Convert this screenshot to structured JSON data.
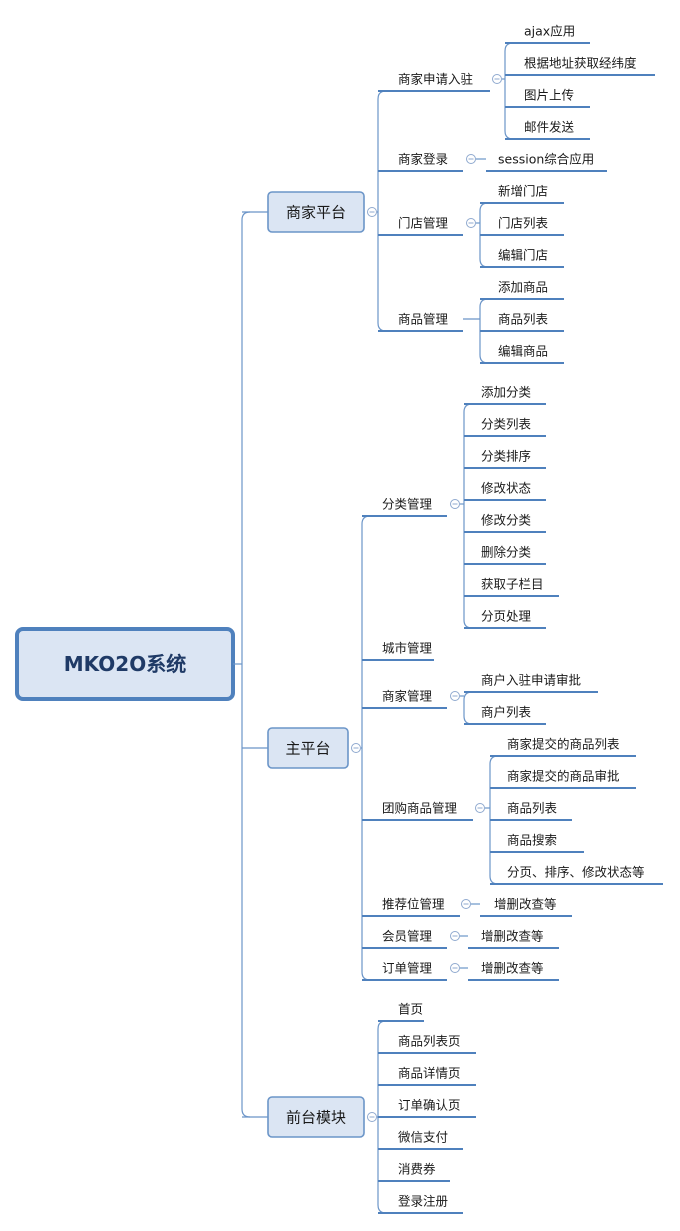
{
  "colors": {
    "accent": "#4f81bd",
    "box_fill": "#dbe5f3",
    "text": "#1a1a1a"
  },
  "root": {
    "label": "MKO2O系统"
  },
  "branches": [
    {
      "label": "商家平台",
      "children": [
        {
          "label": "商家申请入驻",
          "children": [
            "ajax应用",
            "根据地址获取经纬度",
            "图片上传",
            "邮件发送"
          ]
        },
        {
          "label": "商家登录",
          "children": [
            "session综合应用"
          ]
        },
        {
          "label": "门店管理",
          "children": [
            "新增门店",
            "门店列表",
            "编辑门店"
          ]
        },
        {
          "label": "商品管理",
          "children": [
            "添加商品",
            "商品列表",
            "编辑商品"
          ]
        }
      ]
    },
    {
      "label": "主平台",
      "children": [
        {
          "label": "分类管理",
          "children": [
            "添加分类",
            "分类列表",
            "分类排序",
            "修改状态",
            "修改分类",
            "删除分类",
            "获取子栏目",
            "分页处理"
          ]
        },
        {
          "label": "城市管理",
          "children": []
        },
        {
          "label": "商家管理",
          "children": [
            "商户入驻申请审批",
            "商户列表"
          ]
        },
        {
          "label": "团购商品管理",
          "children": [
            "商家提交的商品列表",
            "商家提交的商品审批",
            "商品列表",
            "商品搜索",
            "分页、排序、修改状态等"
          ]
        },
        {
          "label": "推荐位管理",
          "children": [
            "增删改查等"
          ]
        },
        {
          "label": "会员管理",
          "children": [
            "增删改查等"
          ]
        },
        {
          "label": "订单管理",
          "children": [
            "增删改查等"
          ]
        }
      ]
    },
    {
      "label": "前台模块",
      "children": [
        {
          "label": "首页",
          "children": []
        },
        {
          "label": "商品列表页",
          "children": []
        },
        {
          "label": "商品详情页",
          "children": []
        },
        {
          "label": "订单确认页",
          "children": []
        },
        {
          "label": "微信支付",
          "children": []
        },
        {
          "label": "消费券",
          "children": []
        },
        {
          "label": "登录注册",
          "children": []
        }
      ]
    }
  ]
}
